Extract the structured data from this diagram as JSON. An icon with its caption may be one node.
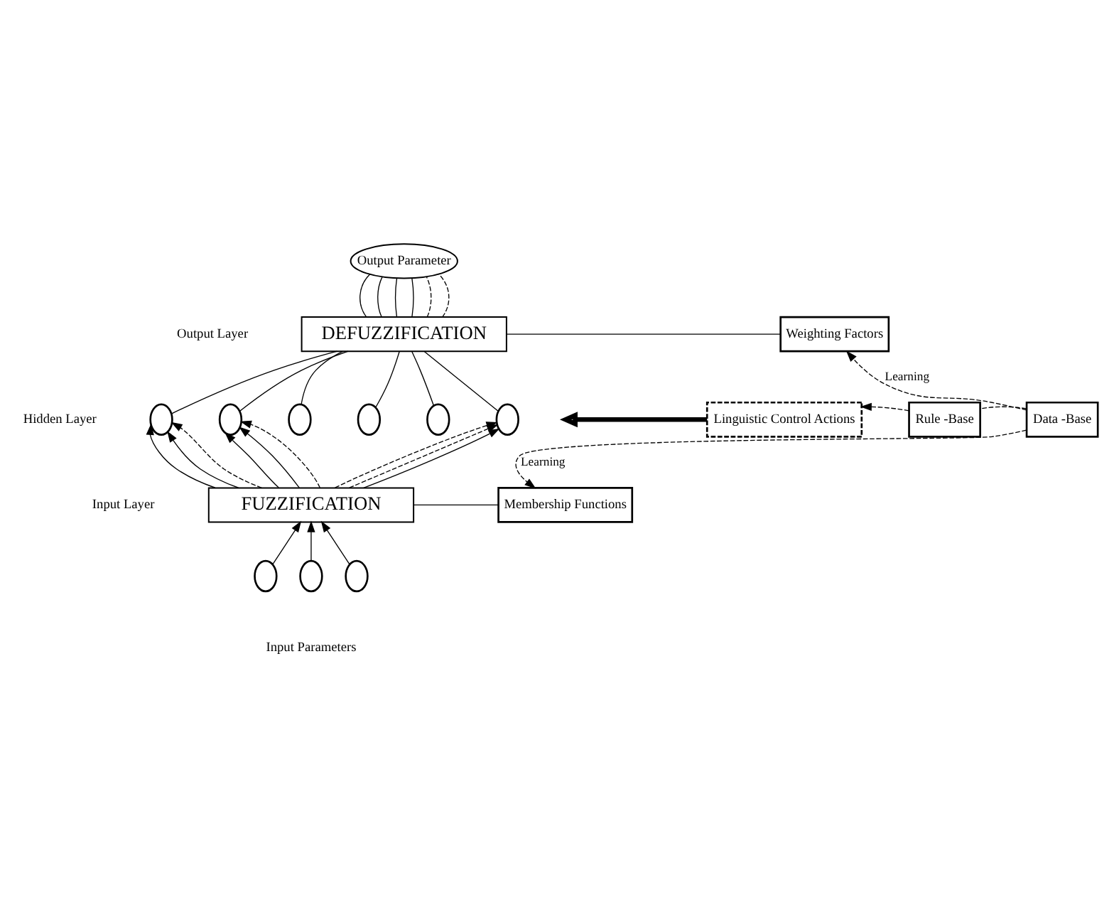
{
  "diagram": {
    "nodes": [
      {
        "text": [
          "Output Parameter"
        ]
      },
      {
        "text": [
          "DEFUZZIFICATION"
        ]
      },
      {
        "text": [
          "Weighting Factors"
        ]
      },
      {
        "text": [],
        "shape": "circle"
      },
      {
        "text": [],
        "shape": "circle"
      },
      {
        "text": [],
        "shape": "circle"
      },
      {
        "text": [],
        "shape": "circle"
      },
      {
        "text": [],
        "shape": "circle"
      },
      {
        "text": [],
        "shape": "circle"
      },
      {
        "text": [
          "Linguistic Control Actions"
        ]
      },
      {
        "text": [
          "Rule -Base"
        ]
      },
      {
        "text": [
          "Data -Base"
        ]
      },
      {
        "text": [
          "FUZZIFICATION"
        ]
      },
      {
        "text": [
          "Membership Functions"
        ]
      },
      {
        "text": [],
        "shape": "circle"
      },
      {
        "text": [],
        "shape": "circle"
      },
      {
        "text": [],
        "shape": "circle"
      }
    ],
    "edges": [
      {
        "from": 1,
        "to": 0,
        "arrow": "none"
      },
      {
        "from": 1,
        "to": 0,
        "arrow": "none"
      },
      {
        "from": 1,
        "to": 0,
        "arrow": "none"
      },
      {
        "from": 1,
        "to": 0,
        "arrow": "none"
      },
      {
        "from": 1,
        "to": 0,
        "arrow": "none",
        "style": "dashed"
      },
      {
        "from": 1,
        "to": 0,
        "arrow": "none",
        "style": "dashed"
      },
      {
        "from": 1,
        "to": 2,
        "arrow": "none"
      },
      {
        "from": 3,
        "to": 1,
        "arrow": "none"
      },
      {
        "from": 4,
        "to": 1,
        "arrow": "none"
      },
      {
        "from": 5,
        "to": 1,
        "arrow": "none"
      },
      {
        "from": 6,
        "to": 1,
        "arrow": "none"
      },
      {
        "from": 7,
        "to": 1,
        "arrow": "none"
      },
      {
        "from": 8,
        "to": 1,
        "arrow": "none"
      },
      {
        "from": 12,
        "to": 3,
        "arrow": "to"
      },
      {
        "from": 12,
        "to": 4,
        "arrow": "to"
      },
      {
        "from": 12,
        "to": 8,
        "arrow": "to",
        "style": "dashed"
      },
      {
        "from": 12,
        "to": 3,
        "arrow": "to"
      },
      {
        "from": 12,
        "to": 4,
        "arrow": "to"
      },
      {
        "from": 12,
        "to": 8,
        "arrow": "to",
        "style": "dashed"
      },
      {
        "from": 12,
        "to": 8,
        "arrow": "to"
      },
      {
        "from": 12,
        "to": 3,
        "arrow": "to",
        "style": "dashed"
      },
      {
        "from": 12,
        "to": 4,
        "arrow": "to",
        "style": "dashed"
      },
      {
        "from": 9,
        "to": null,
        "arrow": "to",
        "style": "thick"
      },
      {
        "from": 10,
        "to": 9,
        "arrow": "to",
        "style": "dashed"
      },
      {
        "from": 11,
        "to": 10,
        "arrow": "none",
        "style": "dashed"
      },
      {
        "from": 11,
        "to": 2,
        "arrow": "to",
        "style": "dashed",
        "label": "Learning"
      },
      {
        "from": 11,
        "to": 13,
        "arrow": "to",
        "style": "dashed",
        "label": "Learning"
      },
      {
        "from": 12,
        "to": 13,
        "arrow": "none"
      },
      {
        "from": 14,
        "to": 12,
        "arrow": "to"
      },
      {
        "from": 15,
        "to": 12,
        "arrow": "to"
      },
      {
        "from": 16,
        "to": 12,
        "arrow": "to"
      }
    ],
    "labels": [
      "Output Layer",
      "Hidden Layer",
      "Input Layer",
      "Input Parameters"
    ]
  }
}
